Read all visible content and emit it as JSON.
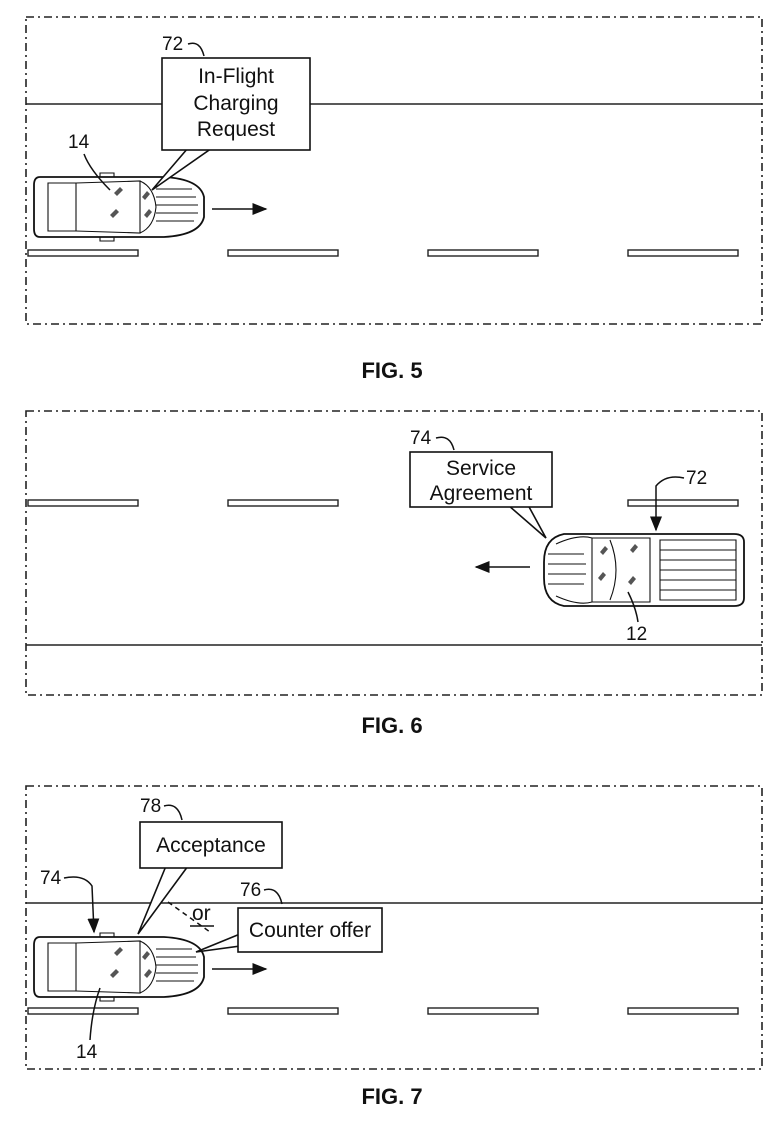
{
  "figures": [
    {
      "caption": "FIG. 5",
      "callout_text": [
        "In-Flight",
        "Charging",
        "Request"
      ],
      "callout_ref": "72",
      "vehicle_ref": "14"
    },
    {
      "caption": "FIG. 6",
      "callout_text": [
        "Service",
        "Agreement"
      ],
      "callout_ref": "74",
      "truck_ref": "12",
      "marker_ref": "72"
    },
    {
      "caption": "FIG. 7",
      "acceptance_text": "Acceptance",
      "acceptance_ref": "78",
      "or_text": "or",
      "counter_text": "Counter offer",
      "counter_ref": "76",
      "marker_ref": "74",
      "vehicle_ref": "14"
    }
  ]
}
